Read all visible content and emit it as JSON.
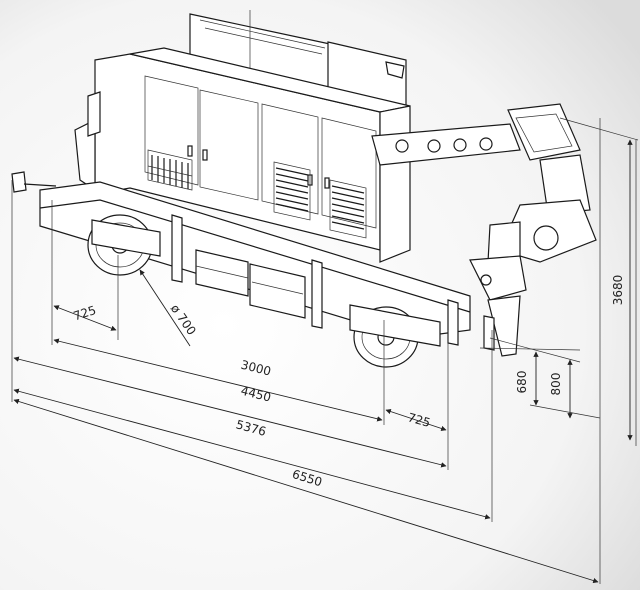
{
  "drawing": {
    "dimensions": {
      "d725_left": "725",
      "d700_wheel": "ø 700",
      "d3000": "3000",
      "d4450": "4450",
      "d725_right": "725",
      "d5376": "5376",
      "d6550": "6550",
      "d680": "680",
      "d800": "800",
      "d3680": "3680"
    }
  }
}
